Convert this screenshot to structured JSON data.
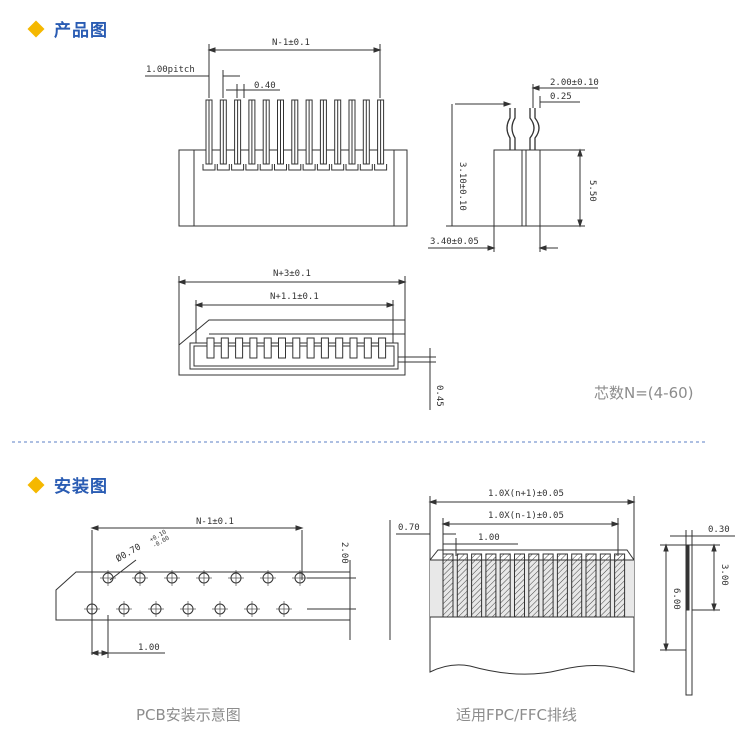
{
  "sections": [
    {
      "title": "产品图"
    },
    {
      "title": "安装图"
    }
  ],
  "product": {
    "dim_n_minus_1": "N-1±0.1",
    "dim_pitch": "1.00pitch",
    "dim_040": "0.40",
    "dim_200": "2.00±0.10",
    "dim_025": "0.25",
    "dim_310": "3.10±0.10",
    "dim_550": "5.50",
    "dim_340": "3.40±0.05",
    "dim_n_plus_3": "N+3±0.1",
    "dim_n_plus_11": "N+1.1±0.1",
    "dim_045": "0.45",
    "cores_note": "芯数N=(4-60)"
  },
  "install": {
    "dim_n_minus_1": "N-1±0.1",
    "dim_hole": "Ø0.70",
    "dim_hole_tol_plus": "+0.10",
    "dim_hole_tol_minus": "-0.00",
    "dim_200": "2.00",
    "dim_100": "1.00",
    "pcb_caption": "PCB安装示意图",
    "fpc_dim_total": "1.0X(n+1)±0.05",
    "fpc_dim_inner": "1.0X(n-1)±0.05",
    "fpc_dim_070": "0.70",
    "fpc_dim_100": "1.00",
    "fpc_dim_030": "0.30",
    "fpc_dim_300": "3.00",
    "fpc_dim_600": "6.00",
    "fpc_caption": "适用FPC/FFC排线"
  }
}
